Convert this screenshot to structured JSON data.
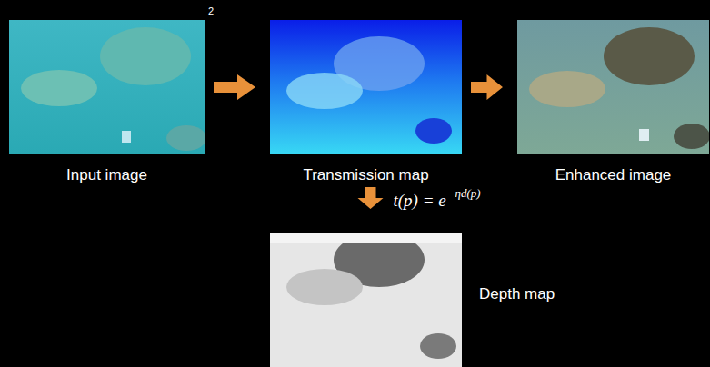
{
  "diagram": {
    "nodes": [
      {
        "text": [
          "Input image"
        ]
      },
      {
        "text": [
          "Transmission map"
        ]
      },
      {
        "text": [
          "Enhanced image"
        ]
      },
      {
        "text": [
          "Depth map"
        ]
      }
    ],
    "edges": [
      {
        "from": 0,
        "to": 1,
        "arrow": "to"
      },
      {
        "from": 1,
        "to": 2,
        "arrow": "to"
      },
      {
        "from": 1,
        "to": 3,
        "arrow": "to",
        "label": "t(p) = e"
      }
    ],
    "labels": [
      "2",
      "−ηd(p)"
    ]
  }
}
